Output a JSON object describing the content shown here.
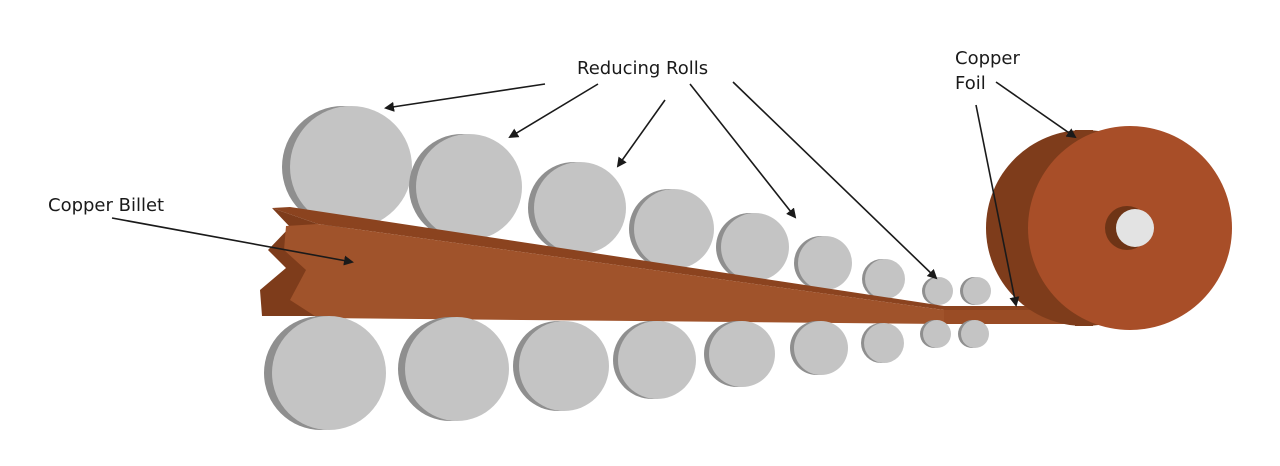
{
  "labels": {
    "reducing_rolls": "Reducing Rolls",
    "copper_billet": "Copper Billet",
    "copper_foil_line1": "Copper",
    "copper_foil_line2": "Foil"
  },
  "colors": {
    "roll_face": "#c4c4c4",
    "roll_side": "#8f8f8f",
    "copper_top": "#a0532b",
    "copper_side": "#7e3c1b",
    "copper_face": "#a84e28",
    "arrow": "#1a1a1a",
    "hub": "#e3e3e3"
  }
}
